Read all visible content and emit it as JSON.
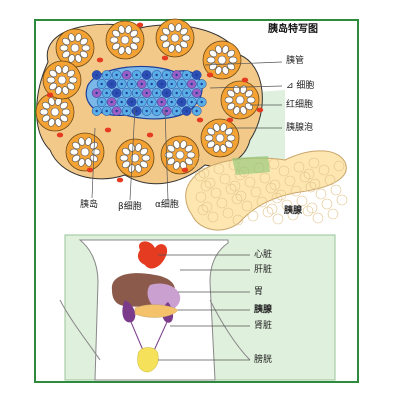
{
  "title": "胰岛特写图",
  "islet_labels": {
    "duct": "胰管",
    "delta": "⊿ 细胞",
    "rbc": "红细胞",
    "acinus": "胰腺泡",
    "islet": "胰岛",
    "beta": "β细胞",
    "alpha": "α细胞",
    "pancreas": "胰腺"
  },
  "body_labels": {
    "heart": "心脏",
    "liver": "肝脏",
    "stomach": "胃",
    "pancreas": "胰腺",
    "kidney": "肾脏",
    "bladder": "膀胱"
  },
  "colors": {
    "outline": "#2e8b3e",
    "lower_bg": "#dff0dc",
    "acinus_fill": "#f3a233",
    "beta_cell": "#5aaee6",
    "alpha_cell": "#9a5fc4",
    "delta_cell": "#2c4fb5",
    "rbc": "#e53b20",
    "pancreas": "#fde6b0",
    "heart": "#e53b20",
    "liver": "#8b5a4a",
    "stomach": "#caa0d0",
    "kidney": "#7b3b8b",
    "bladder": "#f5e25a"
  }
}
